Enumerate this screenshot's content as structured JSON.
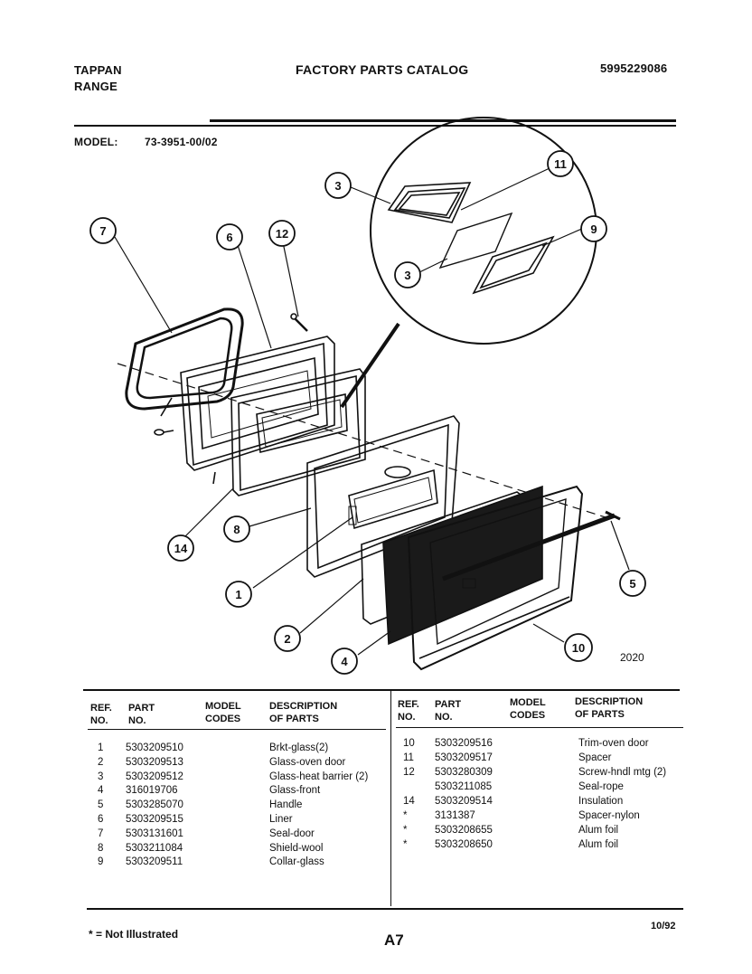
{
  "header": {
    "brand_line1": "TAPPAN",
    "brand_line2": "RANGE",
    "catalog_title": "FACTORY PARTS CATALOG",
    "catalog_number": "5995229086",
    "model_label": "MODEL:",
    "model_value": "73-3951-00/02"
  },
  "diagram": {
    "figure_number": "2020",
    "callouts": [
      "1",
      "2",
      "3",
      "3",
      "4",
      "5",
      "6",
      "7",
      "8",
      "9",
      "10",
      "11",
      "12",
      "14"
    ]
  },
  "table": {
    "headers": {
      "ref": "REF.",
      "no": "NO.",
      "part": "PART",
      "part_no": "NO.",
      "model": "MODEL",
      "codes": "CODES",
      "description": "DESCRIPTION",
      "of_parts": "OF PARTS"
    },
    "left_rows": [
      {
        "ref": "1",
        "part": "5303209510",
        "desc": "Brkt-glass(2)"
      },
      {
        "ref": "2",
        "part": "5303209513",
        "desc": "Glass-oven door"
      },
      {
        "ref": "3",
        "part": "5303209512",
        "desc": "Glass-heat barrier (2)"
      },
      {
        "ref": "4",
        "part": "316019706",
        "desc": "Glass-front"
      },
      {
        "ref": "5",
        "part": "5303285070",
        "desc": "Handle"
      },
      {
        "ref": "6",
        "part": "5303209515",
        "desc": "Liner"
      },
      {
        "ref": "7",
        "part": "5303131601",
        "desc": "Seal-door"
      },
      {
        "ref": "8",
        "part": "5303211084",
        "desc": "Shield-wool"
      },
      {
        "ref": "9",
        "part": "5303209511",
        "desc": "Collar-glass"
      }
    ],
    "right_rows": [
      {
        "ref": "10",
        "part": "5303209516",
        "desc": "Trim-oven door"
      },
      {
        "ref": "11",
        "part": "5303209517",
        "desc": "Spacer"
      },
      {
        "ref": "12",
        "part": "5303280309",
        "desc": "Screw-hndl mtg (2)"
      },
      {
        "ref": "",
        "part": "5303211085",
        "desc": "Seal-rope"
      },
      {
        "ref": "14",
        "part": "5303209514",
        "desc": "Insulation"
      },
      {
        "ref": "*",
        "part": "3131387",
        "desc": "Spacer-nylon"
      },
      {
        "ref": "*",
        "part": "5303208655",
        "desc": "Alum foil"
      },
      {
        "ref": "*",
        "part": "5303208650",
        "desc": "Alum foil"
      }
    ]
  },
  "footer": {
    "note": "* = Not Illustrated",
    "page": "A7",
    "date": "10/92"
  }
}
